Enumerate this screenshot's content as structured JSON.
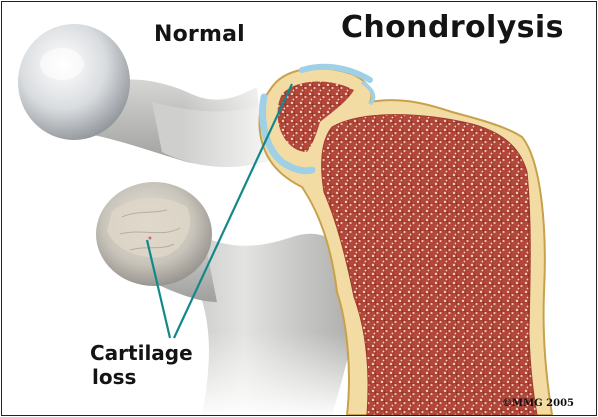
{
  "labels": {
    "normal": "Normal",
    "chondrolysis": "Chondrolysis",
    "cartilage_line1": "Cartilage",
    "cartilage_line2": "loss",
    "copyright": "©MMG 2005"
  },
  "colors": {
    "bone_gray": "#c9c9c7",
    "cartilage_blue": "#9fd0e6",
    "cortex_yellow": "#f3dca4",
    "marrow_red": "#a83c2e",
    "pointer_teal": "#13888b"
  }
}
